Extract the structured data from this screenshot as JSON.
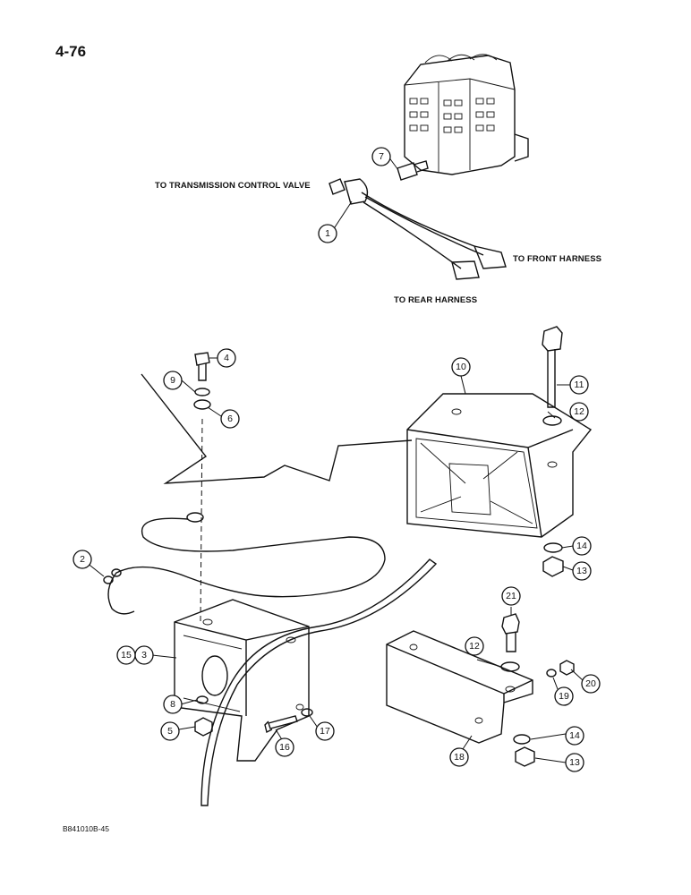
{
  "page_number": "4-76",
  "drawing_code": "B841010B-45",
  "labels": {
    "to_transmission_control_valve": "TO TRANSMISSION CONTROL VALVE",
    "to_front_harness": "TO FRONT HARNESS",
    "to_rear_harness": "TO REAR HARNESS"
  },
  "callouts": [
    "1",
    "2",
    "3",
    "4",
    "5",
    "6",
    "7",
    "8",
    "9",
    "10",
    "11",
    "12",
    "12",
    "13",
    "13",
    "14",
    "14",
    "15",
    "16",
    "17",
    "18",
    "19",
    "20",
    "21"
  ]
}
